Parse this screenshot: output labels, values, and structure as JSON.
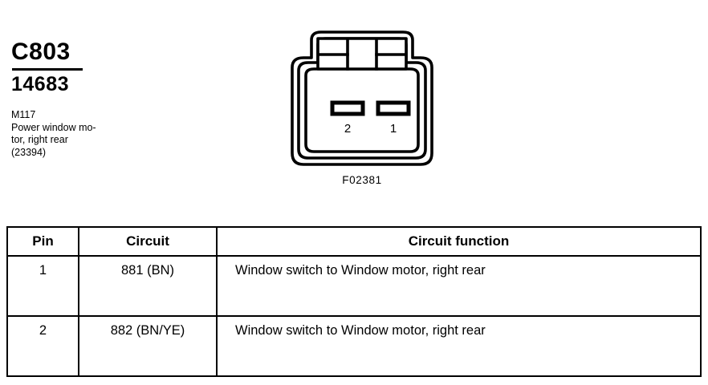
{
  "identification": {
    "connector_code": "C803",
    "part_number": "14683",
    "component_id": "M117",
    "description_line_1": "Power window mo-",
    "description_line_2": "tor, right rear",
    "component_number": "(23394)"
  },
  "connector": {
    "reference": "F02381",
    "pins": [
      {
        "label": "2",
        "position": "left"
      },
      {
        "label": "1",
        "position": "right"
      }
    ]
  },
  "pin_table": {
    "headers": {
      "pin": "Pin",
      "circuit": "Circuit",
      "function": "Circuit function"
    },
    "rows": [
      {
        "pin": "1",
        "circuit": "881 (BN)",
        "function": "Window switch to Window motor, right rear"
      },
      {
        "pin": "2",
        "circuit": "882 (BN/YE)",
        "function": "Window switch to Window motor, right rear"
      }
    ]
  },
  "colors": {
    "ink": "#000000",
    "paper": "#ffffff"
  }
}
